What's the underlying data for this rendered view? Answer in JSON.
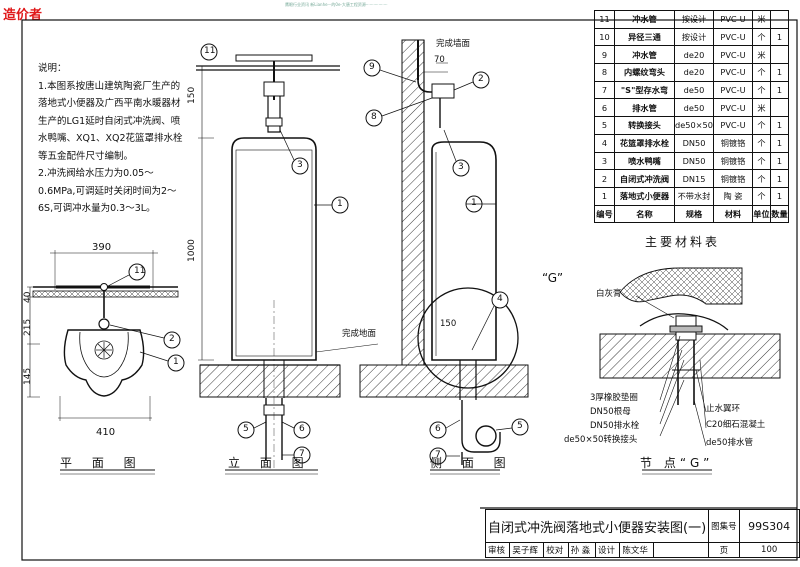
{
  "watermark": "造价者",
  "top_tiny": "鹰眼行业资讯 新Lianhe···的0e-大唐工程资源·················",
  "notes": {
    "heading": "说明：",
    "item1": "1.本图系按唐山建筑陶瓷厂生产的落地式小便器及广西平南水暖器材生产的LG1延时自闭式冲洗阀、喷水鸭嘴、XQ1、XQ2花篮罩排水栓等五金配件尺寸编制。",
    "item2": "2.冲洗阀给水压力为0.05～0.6MPa,可调延时关闭时间为2～6S,可调冲水量为0.3～3L。"
  },
  "materials": {
    "title": "主要材料表",
    "header": [
      "编号",
      "名称",
      "规格",
      "材料",
      "单位",
      "数量"
    ],
    "rows": [
      [
        "11",
        "冲水管",
        "按设计",
        "PVC-U",
        "米",
        ""
      ],
      [
        "10",
        "异径三通",
        "按设计",
        "PVC-U",
        "个",
        "1"
      ],
      [
        "9",
        "冲水管",
        "de20",
        "PVC-U",
        "米",
        ""
      ],
      [
        "8",
        "内螺纹弯头",
        "de20",
        "PVC-U",
        "个",
        "1"
      ],
      [
        "7",
        "\"S\"型存水弯",
        "de50",
        "PVC-U",
        "个",
        "1"
      ],
      [
        "6",
        "排水管",
        "de50",
        "PVC-U",
        "米",
        ""
      ],
      [
        "5",
        "转换接头",
        "de50×50",
        "PVC-U",
        "个",
        "1"
      ],
      [
        "4",
        "花篮罩排水栓",
        "DN50",
        "铜镀铬",
        "个",
        "1"
      ],
      [
        "3",
        "喷水鸭嘴",
        "DN50",
        "铜镀铬",
        "个",
        "1"
      ],
      [
        "2",
        "自闭式冲洗阀",
        "DN15",
        "铜镀铬",
        "个",
        "1"
      ],
      [
        "1",
        "落地式小便器",
        "不带水封",
        "陶 瓷",
        "个",
        "1"
      ]
    ]
  },
  "views": {
    "plan": "平 面 图",
    "front": "立 面 图",
    "side": "侧 面 图",
    "node": "节 点“G”"
  },
  "labels": {
    "finished_wall": "完成墙面",
    "finished_floor": "完成地面",
    "white_cement": "白灰膏",
    "gasket": "3厚橡胶垫圈",
    "flange": "DN50根母",
    "drain_plug": "DN50排水栓",
    "adapter": "de50×50转换接头",
    "water_ring": "止水翼环",
    "concrete": "C20细石混凝土",
    "drain_pipe": "de50排水管",
    "g_callout": "“G”"
  },
  "dims": {
    "d150": "150",
    "d1000": "1000",
    "d390": "390",
    "d40": "40",
    "d215": "215",
    "d145": "145",
    "d410": "410",
    "d70": "70",
    "d150b": "150"
  },
  "title_block": {
    "title": "自闭式冲洗阀落地式小便器安装图(一)",
    "atlas_label": "图集号",
    "atlas_no": "99S304",
    "review": "审核",
    "reviewer": "吴子辉",
    "check": "校对",
    "checker": "孙 淼",
    "design": "设计",
    "designer": "陈文华",
    "page_label": "页",
    "page_no": "100"
  }
}
